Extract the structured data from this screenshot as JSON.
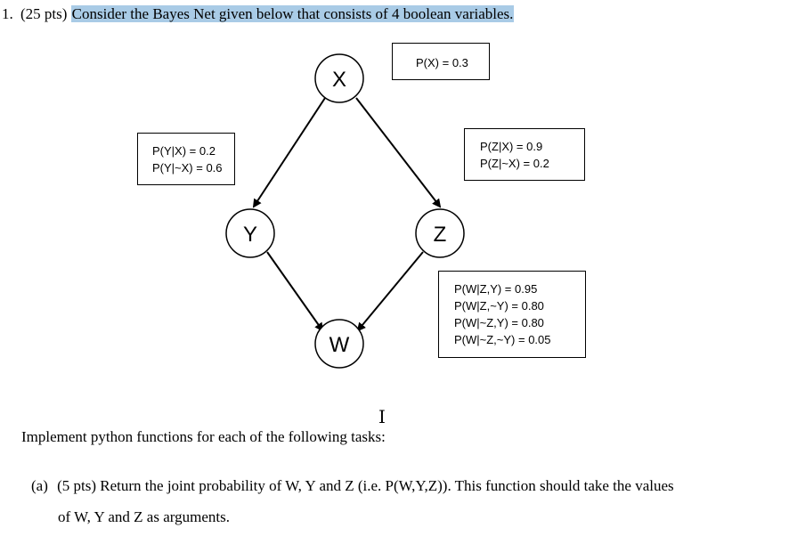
{
  "question": {
    "number": "1.",
    "points": "(25 pts)",
    "text": "Consider the Bayes Net given below that consists of 4 boolean variables."
  },
  "nodes": {
    "x": "X",
    "y": "Y",
    "z": "Z",
    "w": "W"
  },
  "cpts": {
    "x": [
      "P(X) = 0.3"
    ],
    "y": [
      "P(Y|X) = 0.2",
      "P(Y|~X) = 0.6"
    ],
    "z": [
      "P(Z|X) = 0.9",
      "P(Z|~X) = 0.2"
    ],
    "w": [
      "P(W|Z,Y) = 0.95",
      "P(W|Z,~Y) = 0.80",
      "P(W|~Z,Y) = 0.80",
      "P(W|~Z,~Y) = 0.05"
    ]
  },
  "cursor": "I",
  "tasks": {
    "intro": "Implement python functions for each of the following tasks:",
    "a_label": "(a)",
    "a_line1": "(5 pts) Return the joint probability of W, Y and Z (i.e. P(W,Y,Z)). This function should take the values",
    "a_line2": "of W, Y and Z as arguments."
  },
  "colors": {
    "highlight": "#a9cbe6"
  }
}
